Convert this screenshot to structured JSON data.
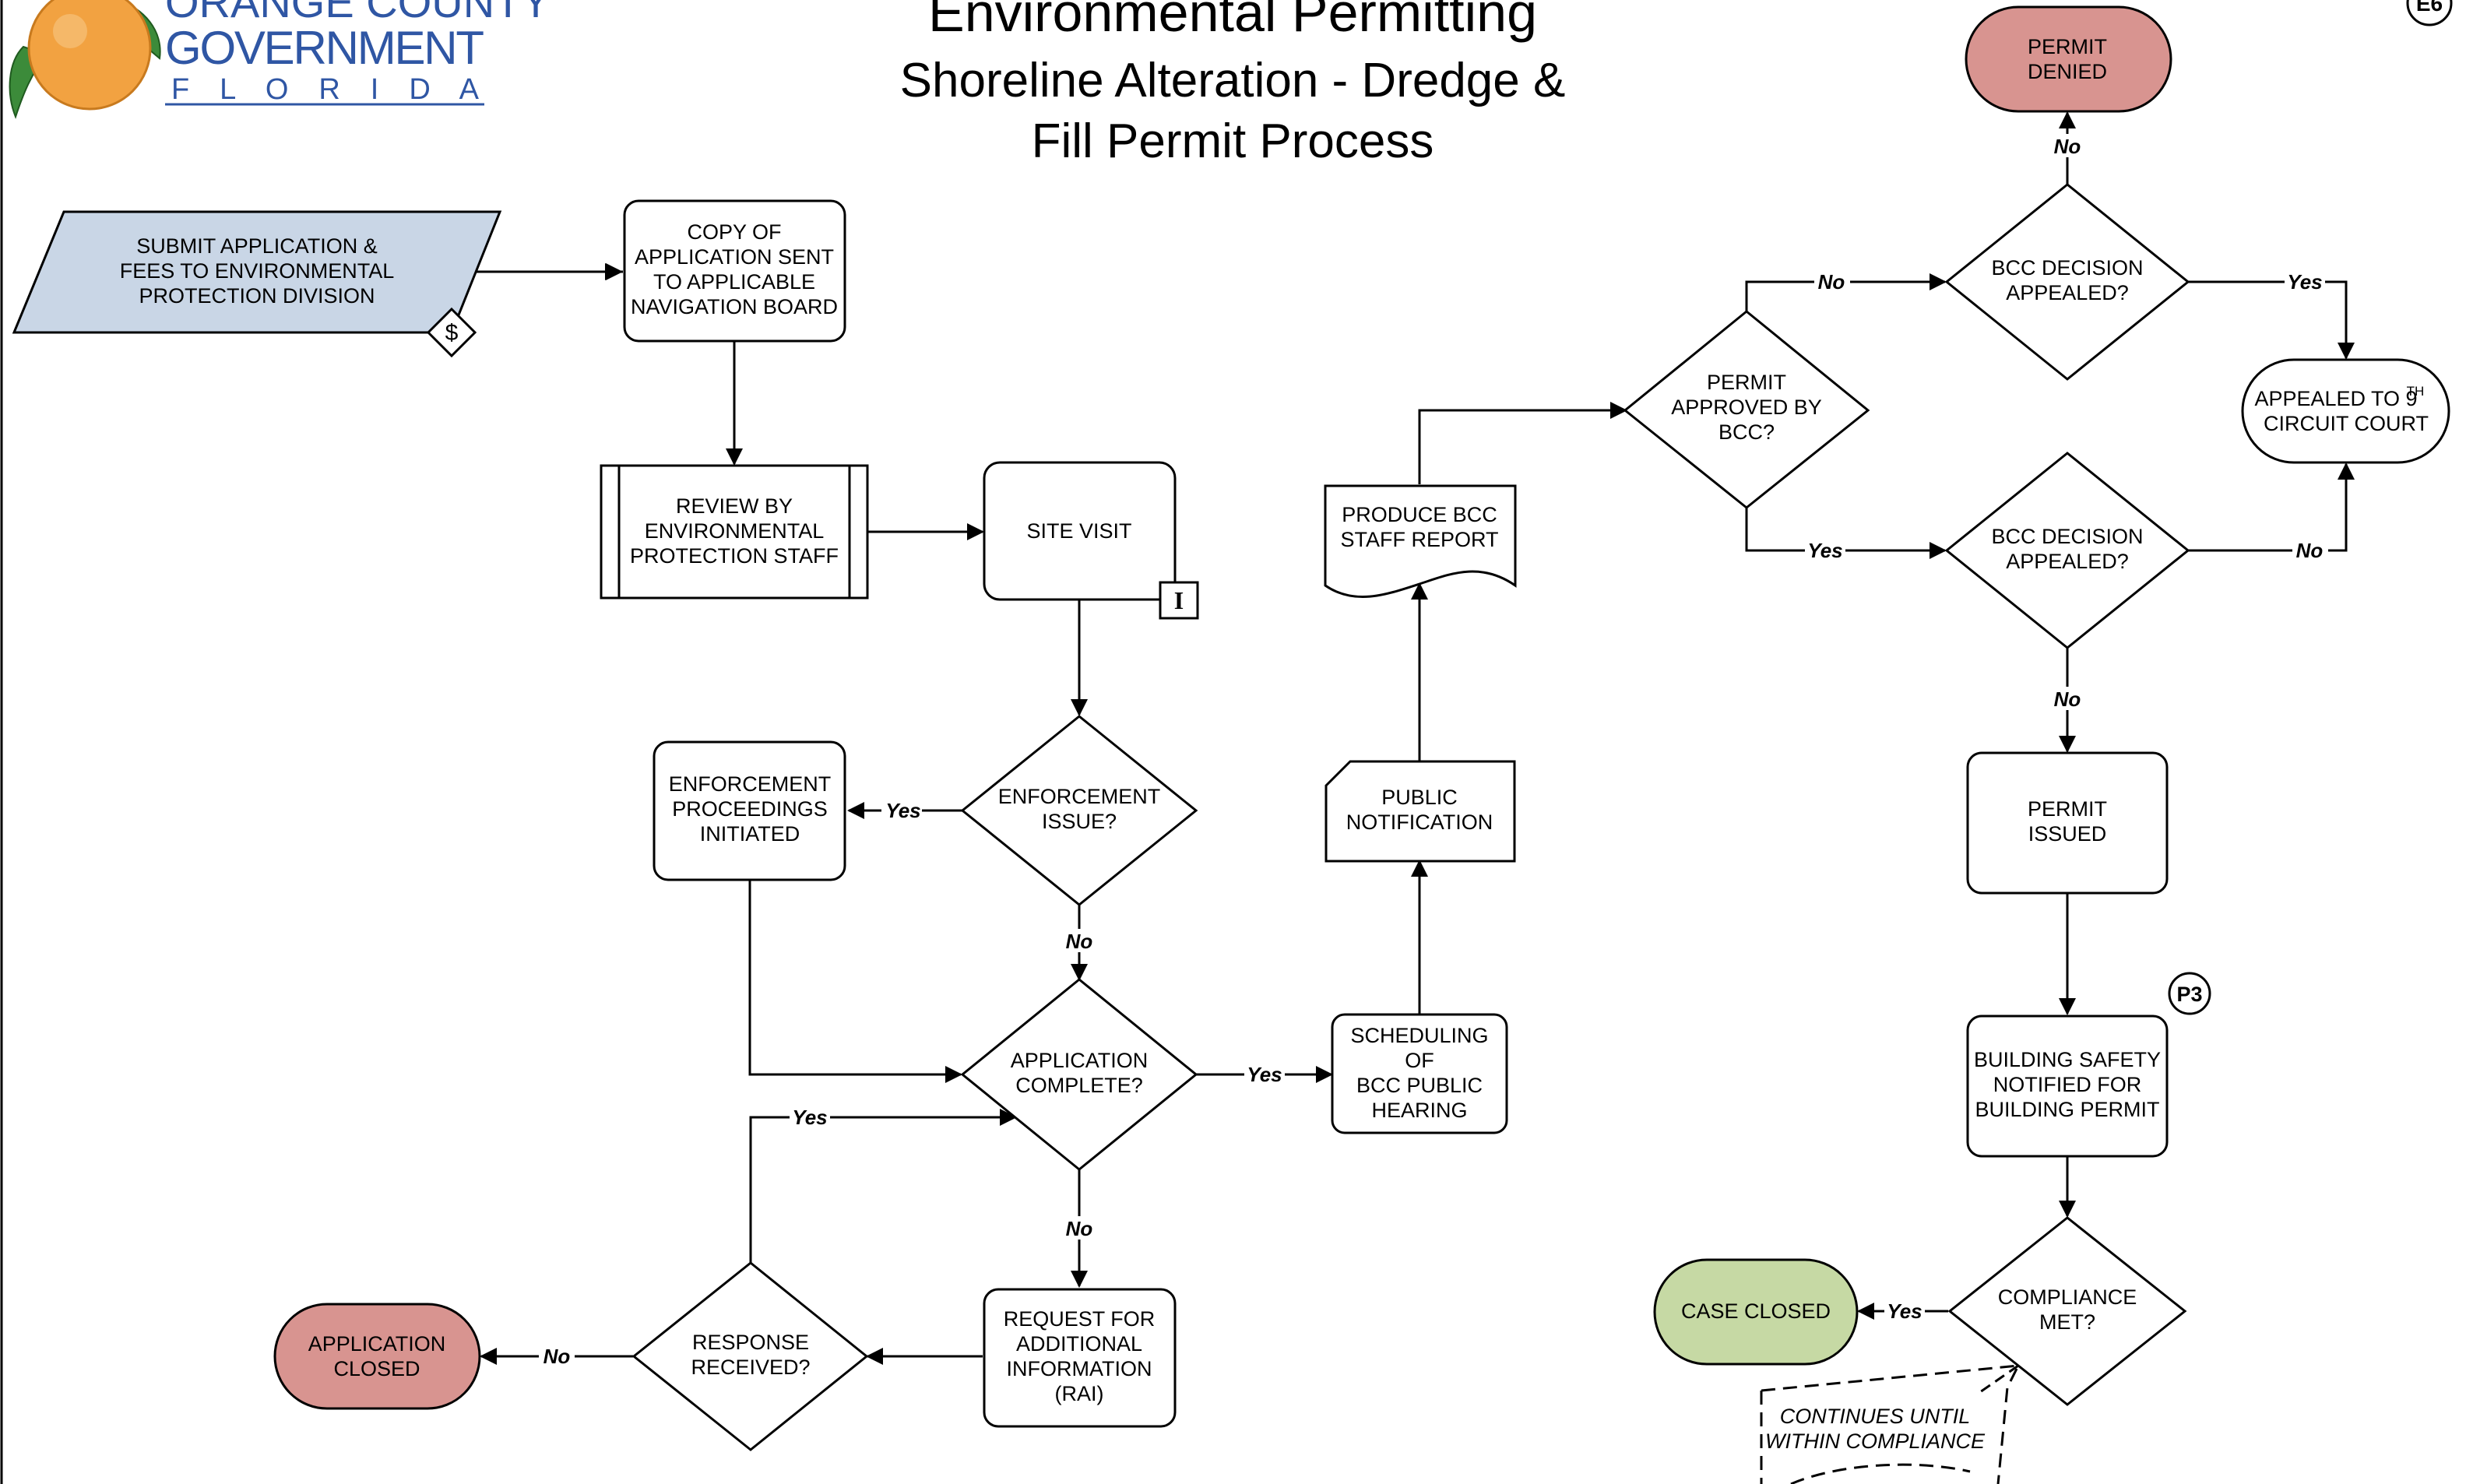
{
  "logo": {
    "line1": "ORANGE COUNTY",
    "line2": "GOVERNMENT",
    "line3": "F L O R I D A"
  },
  "header": {
    "title": "Environmental Permitting",
    "subtitle_line1": "Shoreline Alteration - Dredge &",
    "subtitle_line2": "Fill Permit Process",
    "page_tag": "E6"
  },
  "colors": {
    "submit_fill": "#c9d6e6",
    "denied_fill": "#d89490",
    "closed_fill": "#d89490",
    "case_closed_fill": "#c6d9a4",
    "orange": "#f2a241",
    "leaf": "#3c8b3a",
    "logo_blue": "#2f56a4"
  },
  "nodes": {
    "submit": [
      "SUBMIT APPLICATION &",
      "FEES TO ENVIRONMENTAL",
      "PROTECTION DIVISION"
    ],
    "fee_icon": "$",
    "copy": [
      "COPY OF",
      "APPLICATION SENT",
      "TO APPLICABLE",
      "NAVIGATION BOARD"
    ],
    "review": [
      "REVIEW BY",
      "ENVIRONMENTAL",
      "PROTECTION STAFF"
    ],
    "site_visit": [
      "SITE VISIT"
    ],
    "inspection_icon": "I",
    "enforcement_issue": [
      "ENFORCEMENT",
      "ISSUE?"
    ],
    "enforcement_proceedings": [
      "ENFORCEMENT",
      "PROCEEDINGS",
      "INITIATED"
    ],
    "application_complete": [
      "APPLICATION",
      "COMPLETE?"
    ],
    "rai": [
      "REQUEST FOR",
      "ADDITIONAL",
      "INFORMATION",
      "(RAI)"
    ],
    "response_received": [
      "RESPONSE",
      "RECEIVED?"
    ],
    "application_closed": [
      "APPLICATION",
      "CLOSED"
    ],
    "scheduling": [
      "SCHEDULING",
      "OF",
      "BCC PUBLIC",
      "HEARING"
    ],
    "public_notification": [
      "PUBLIC",
      "NOTIFICATION"
    ],
    "staff_report": [
      "PRODUCE BCC",
      "STAFF REPORT"
    ],
    "approved_bcc": [
      "PERMIT",
      "APPROVED BY",
      "BCC?"
    ],
    "appealed_top": [
      "BCC DECISION",
      "APPEALED?"
    ],
    "appealed_bottom": [
      "BCC DECISION",
      "APPEALED?"
    ],
    "permit_denied": [
      "PERMIT",
      "DENIED"
    ],
    "circuit_court": [
      "APPEALED TO 9",
      "CIRCUIT COURT"
    ],
    "circuit_court_sup": "TH",
    "permit_issued": [
      "PERMIT",
      "ISSUED"
    ],
    "building_safety": [
      "BUILDING SAFETY",
      "NOTIFIED FOR",
      "BUILDING PERMIT"
    ],
    "p3_tag": "P3",
    "compliance": [
      "COMPLIANCE",
      "MET?"
    ],
    "case_closed": [
      "CASE CLOSED"
    ],
    "continues": [
      "CONTINUES UNTIL",
      "WITHIN COMPLIANCE"
    ]
  },
  "edge_labels": {
    "yes": "Yes",
    "no": "No"
  }
}
